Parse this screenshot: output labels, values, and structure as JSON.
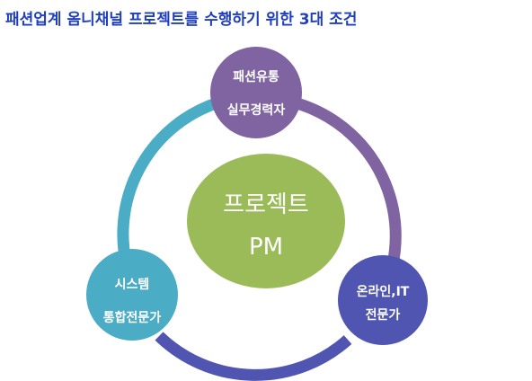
{
  "title": "패션업계 옴니채널 프로젝트를 수행하기 위한 3대 조건",
  "center": {
    "line1": "프로젝트",
    "line2": "PM"
  },
  "nodes": {
    "top": {
      "line1": "패션유통",
      "line2": "실무경력자"
    },
    "right": {
      "line1": "온라인,IT",
      "line2": "전문가"
    },
    "left": {
      "line1": "시스템",
      "line2": "통합전문가"
    }
  },
  "colors": {
    "title": "#1f3fbf",
    "center": "#9bbb59",
    "top": "#8064a2",
    "right": "#4f55b0",
    "left": "#4bacc6",
    "arc_top_right": "#8064a2",
    "arc_right_left": "#4f55b0",
    "arc_left_top": "#4bacc6"
  }
}
